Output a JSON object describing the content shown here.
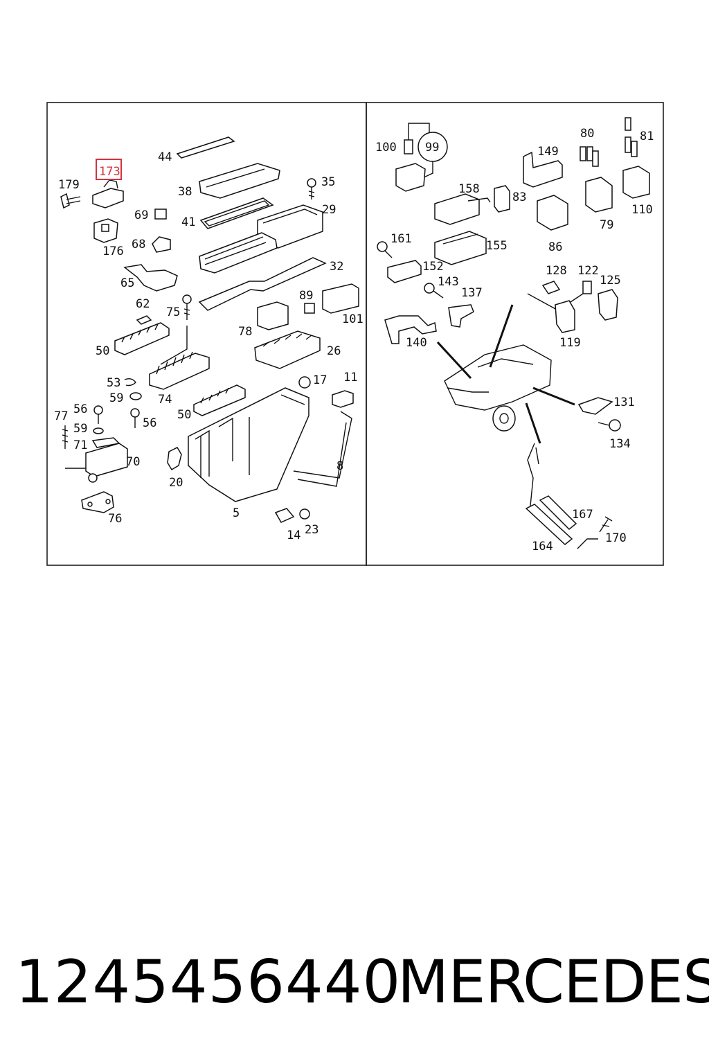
{
  "highlight_color": "#d2323c",
  "highlighted_part": "173",
  "footer": {
    "part_number": "1245456440",
    "brand": "MERCEDES"
  },
  "left_panel": {
    "labels": [
      "44",
      "173",
      "179",
      "38",
      "35",
      "29",
      "69",
      "41",
      "176",
      "68",
      "32",
      "65",
      "62",
      "75",
      "89",
      "101",
      "78",
      "50",
      "26",
      "53",
      "17",
      "11",
      "59",
      "74",
      "56",
      "50",
      "77",
      "59",
      "56",
      "71",
      "70",
      "8",
      "20",
      "5",
      "76",
      "14",
      "23"
    ]
  },
  "right_panel": {
    "labels": [
      "100",
      "99",
      "80",
      "81",
      "149",
      "158",
      "83",
      "79",
      "110",
      "161",
      "86",
      "155",
      "152",
      "143",
      "128",
      "122",
      "125",
      "137",
      "119",
      "140",
      "131",
      "134",
      "167",
      "170",
      "164"
    ]
  }
}
